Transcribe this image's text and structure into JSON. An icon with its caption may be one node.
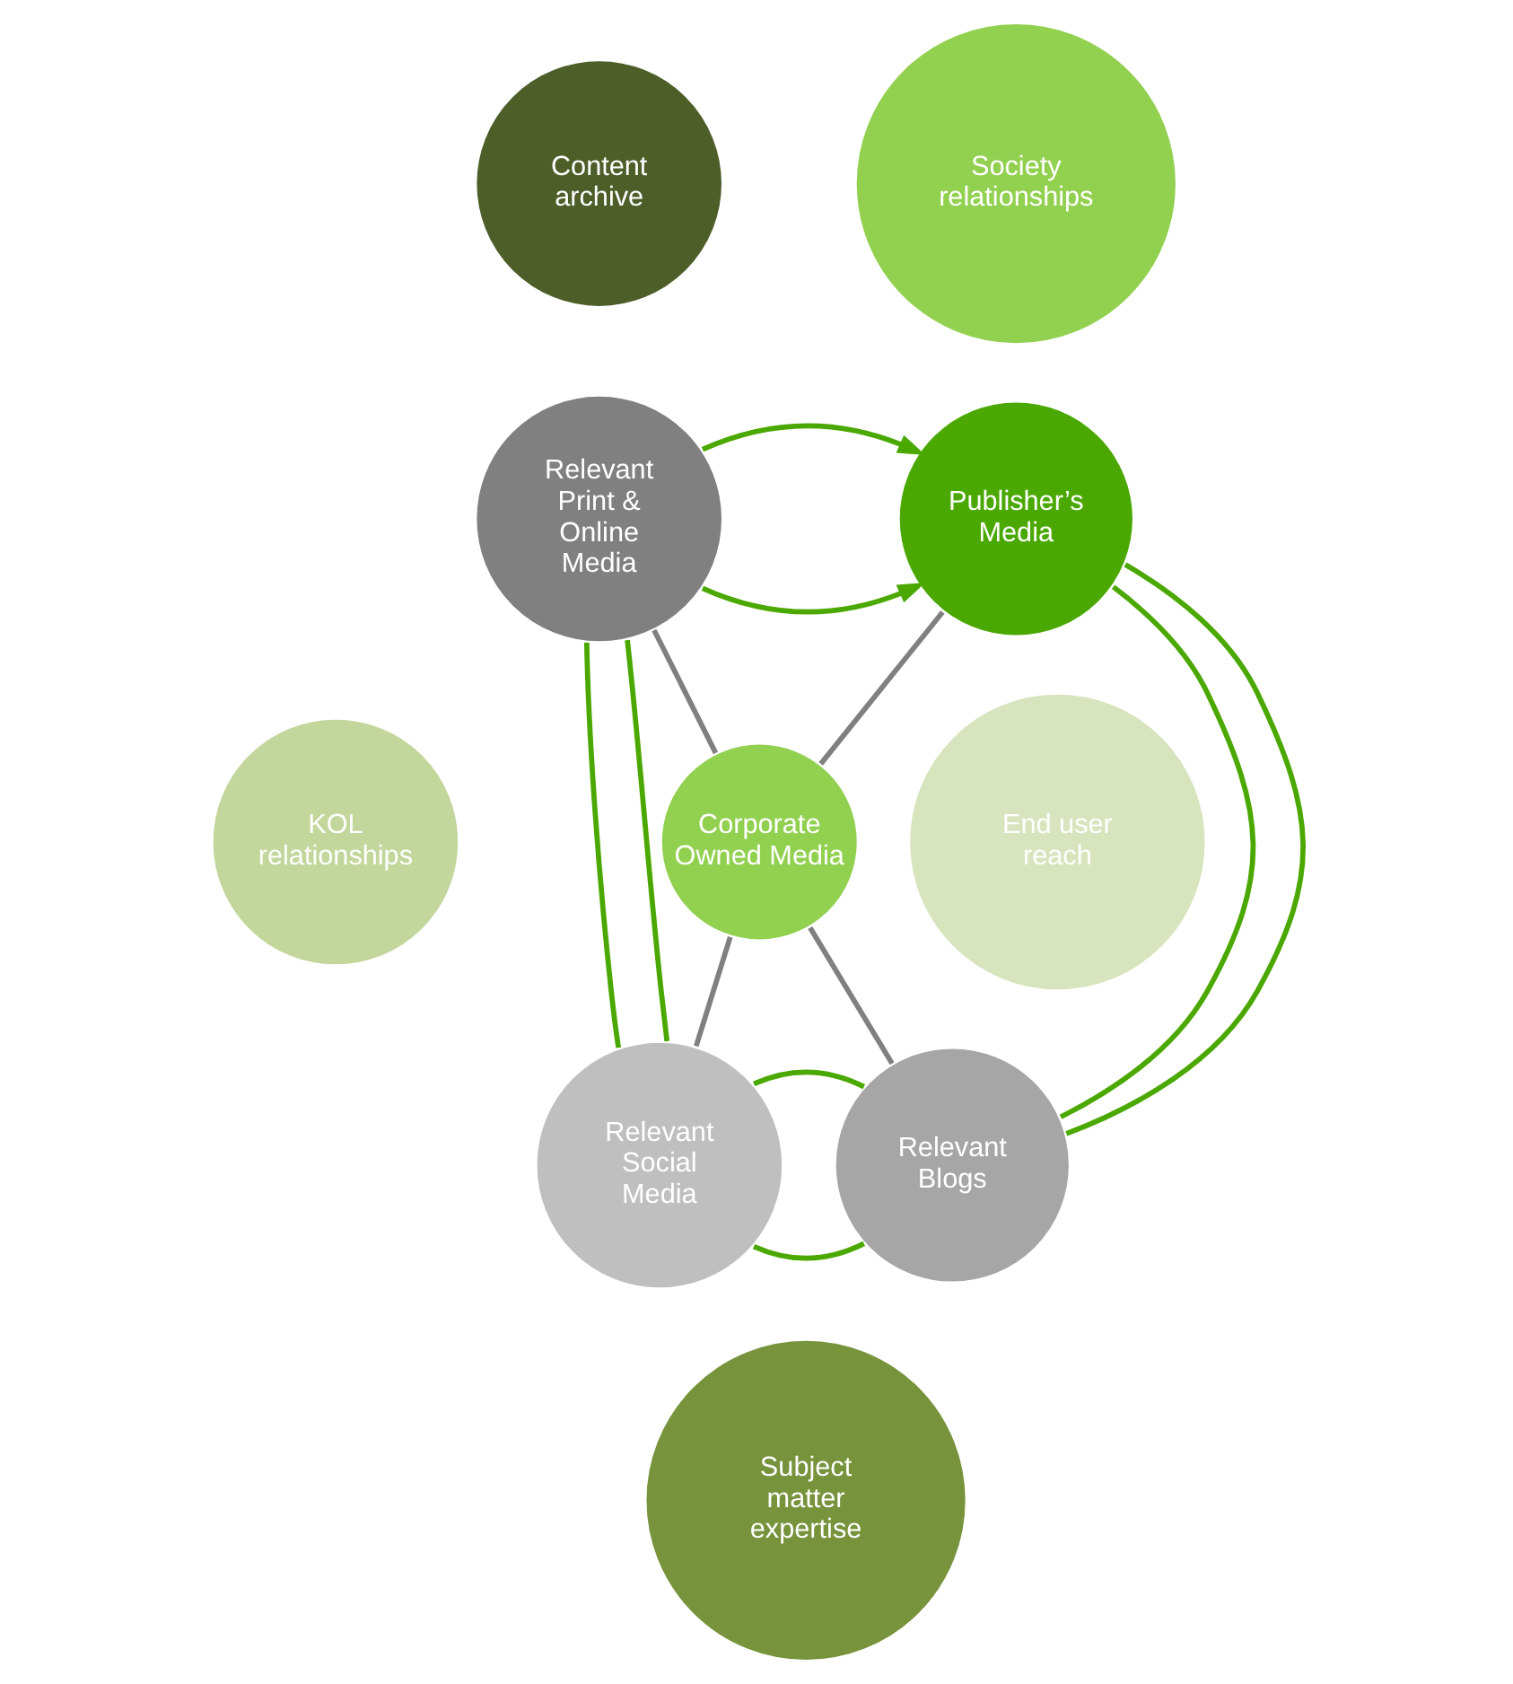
{
  "diagram": {
    "nodes": [
      {
        "text": [
          "Content archive"
        ]
      },
      {
        "text": [
          "Society relationships"
        ]
      },
      {
        "text": [
          "Relevant Print & Online Media"
        ]
      },
      {
        "text": [
          "Publisher’s Media"
        ]
      },
      {
        "text": [
          "KOL relationships"
        ]
      },
      {
        "text": [
          "Corporate Owned Media"
        ]
      },
      {
        "text": [
          "End user reach"
        ]
      },
      {
        "text": [
          "Relevant Social Media"
        ]
      },
      {
        "text": [
          "Relevant Blogs"
        ]
      },
      {
        "text": [
          "Subject matter expertise"
        ]
      }
    ],
    "edges": [
      {
        "from": 2,
        "to": 3,
        "arrow": "to"
      },
      {
        "from": 2,
        "to": 3,
        "arrow": "to"
      },
      {
        "from": 5,
        "to": 2,
        "arrow": "none",
        "color": "#808080"
      },
      {
        "from": 5,
        "to": 3,
        "arrow": "none",
        "color": "#808080"
      },
      {
        "from": 5,
        "to": 7,
        "arrow": "none",
        "color": "#808080"
      },
      {
        "from": 5,
        "to": 8,
        "arrow": "none",
        "color": "#808080"
      },
      {
        "from": 2,
        "to": 7,
        "arrow": "none"
      },
      {
        "from": 2,
        "to": 7,
        "arrow": "none"
      },
      {
        "from": 3,
        "to": 8,
        "arrow": "none"
      },
      {
        "from": 3,
        "to": 8,
        "arrow": "none"
      },
      {
        "from": 7,
        "to": 8,
        "arrow": "none"
      },
      {
        "from": 7,
        "to": 8,
        "arrow": "none"
      }
    ]
  }
}
